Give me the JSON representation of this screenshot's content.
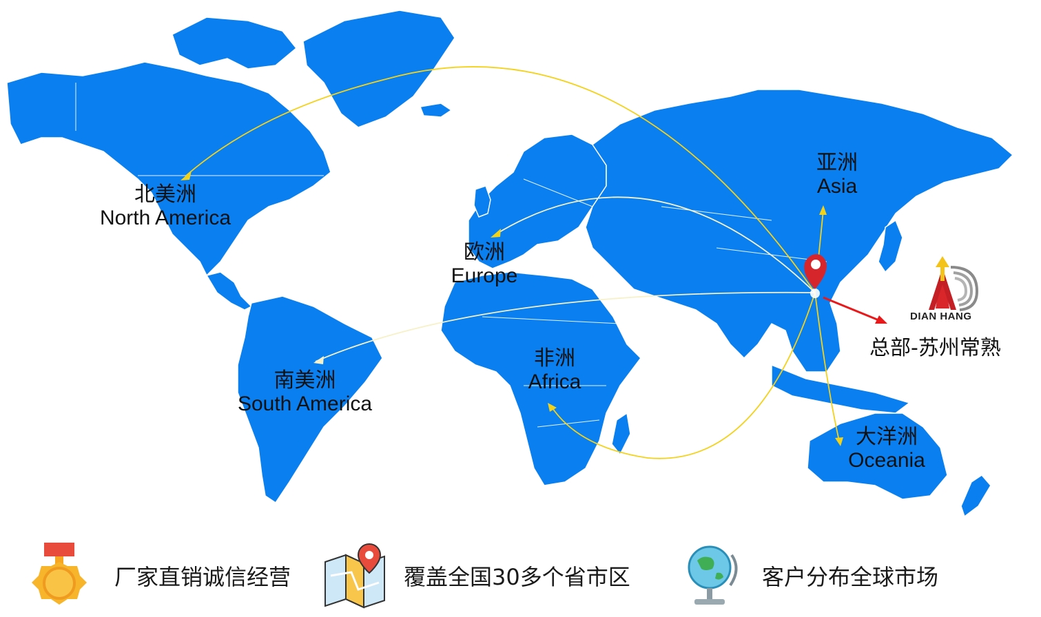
{
  "regions": {
    "north_america": {
      "cn": "北美洲",
      "en": "North America"
    },
    "europe": {
      "cn": "欧洲",
      "en": "Europe"
    },
    "asia": {
      "cn": "亚洲",
      "en": "Asia"
    },
    "africa": {
      "cn": "非洲",
      "en": "Africa"
    },
    "south_america": {
      "cn": "南美洲",
      "en": "South America"
    },
    "oceania": {
      "cn": "大洋洲",
      "en": "Oceania"
    }
  },
  "headquarters": {
    "label": "总部-苏州常熟",
    "logo_text": "DIAN HANG"
  },
  "features": [
    {
      "text": "厂家直销诚信经营",
      "icon": "medal-icon"
    },
    {
      "text": "覆盖全国30多个省市区",
      "icon": "map-location-icon"
    },
    {
      "text": "客户分布全球市场",
      "icon": "globe-icon"
    }
  ],
  "colors": {
    "land": "#0a7ff0",
    "route": "#f3d21c",
    "hq_arrow": "#e8191b",
    "pin": "#d7262b"
  }
}
